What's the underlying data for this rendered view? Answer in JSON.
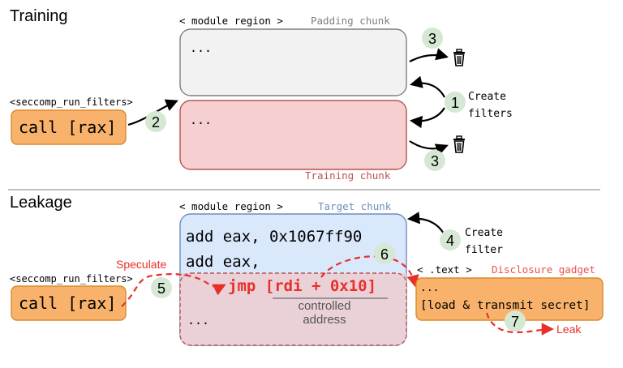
{
  "training": {
    "heading": "Training",
    "module_region": "< module region >",
    "padding_chunk_label": "Padding chunk",
    "padding_chunk_dots": "...",
    "training_chunk_label": "Training chunk",
    "training_chunk_dots": "...",
    "seccomp_label": "<seccomp_run_filters>",
    "call_text": "call [rax]",
    "create_filters_line1": "Create",
    "create_filters_line2": "filters",
    "step1": "1",
    "step2": "2",
    "step3a": "3",
    "step3b": "3"
  },
  "leakage": {
    "heading": "Leakage",
    "module_region": "< module region >",
    "target_chunk_label": "Target chunk",
    "asm_line1": "add eax, 0x1067ff90",
    "asm_line2": "add eax,",
    "jmp_text": "jmp [rdi + 0x10]",
    "controlled_line1": "controlled",
    "controlled_line2": "address",
    "chunk_dots": "...",
    "seccomp_label": "<seccomp_run_filters>",
    "call_text": "call [rax]",
    "speculate_label": "Speculate",
    "create_filter_line1": "Create",
    "create_filter_line2": "filter",
    "text_section_label": "< .text >",
    "disclosure_gadget_label": "Disclosure gadget",
    "gadget_dots": "...",
    "gadget_text": "[load & transmit secret]",
    "leak_label": "Leak",
    "step4": "4",
    "step5": "5",
    "step6": "6",
    "step7": "7"
  },
  "colors": {
    "orange_fill": "#f9b26b",
    "orange_stroke": "#d98a2b",
    "gray_fill": "#f2f2f2",
    "gray_stroke": "#7f7f7f",
    "pink_fill": "#f6cfd0",
    "pink_stroke": "#b85450",
    "blue_fill": "#dae8fc",
    "blue_stroke": "#6c8ebf",
    "green_circle": "#d5e8d4",
    "red_accent": "#e8302a",
    "dark_red_text": "#b85450",
    "blue_text": "#6c8ebf"
  }
}
